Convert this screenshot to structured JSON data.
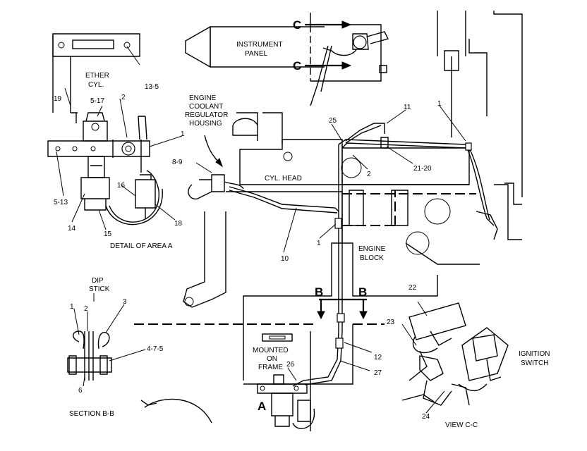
{
  "labels": {
    "instrument_panel": [
      "INSTRUMENT",
      "PANEL"
    ],
    "ether_cyl": [
      "ETHER",
      "CYL."
    ],
    "coolant_housing": [
      "ENGINE",
      "COOLANT",
      "REGULATOR",
      "HOUSING"
    ],
    "cyl_head": "CYL. HEAD",
    "engine_block": [
      "ENGINE",
      "BLOCK"
    ],
    "detail_area_a": "DETAIL OF AREA A",
    "dip_stick": [
      "DIP",
      "STICK"
    ],
    "section_bb": "SECTION B-B",
    "mounted_on_frame": [
      "MOUNTED",
      "ON",
      "FRAME"
    ],
    "ignition_switch": [
      "IGNITION",
      "SWITCH"
    ],
    "view_cc": "VIEW C-C"
  },
  "view_letters": {
    "c_top": "C",
    "c_bottom": "C",
    "b_left": "B",
    "b_right": "B",
    "a": "A"
  },
  "callouts": {
    "c19": "19",
    "c13_5": "13-5",
    "c5_17": "5-17",
    "c2_detail": "2",
    "c1_detail": "1",
    "c5_13": "5-13",
    "c14": "14",
    "c15": "15",
    "c16": "16",
    "c18": "18",
    "c8_9": "8-9",
    "c25": "25",
    "c11": "11",
    "c1_top": "1",
    "c2_head": "2",
    "c21_20": "21-20",
    "c10": "10",
    "c1_block": "1",
    "c1_dip": "1",
    "c2_dip": "2",
    "c3_dip": "3",
    "c4_7_5": "4-7-5",
    "c6": "6",
    "c12": "12",
    "c26": "26",
    "c27": "27",
    "c22": "22",
    "c23": "23",
    "c24": "24"
  }
}
